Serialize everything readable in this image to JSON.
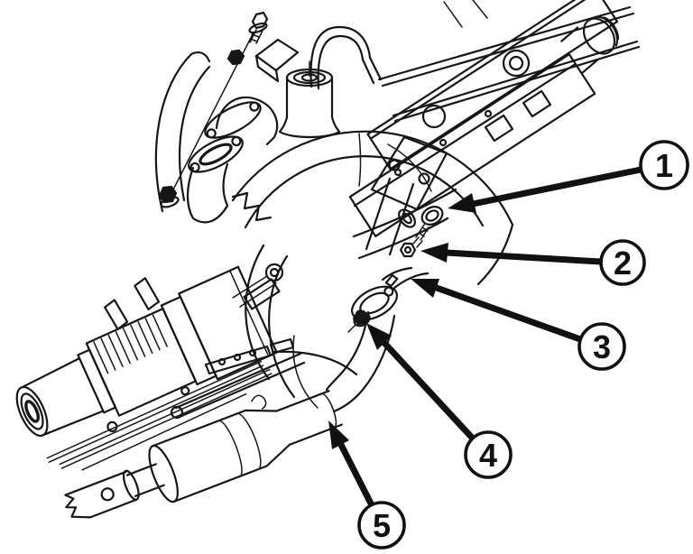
{
  "figure": {
    "kind": "engine-transmission-exhaust line-art diagram",
    "background_color": "#ffffff",
    "line_color": "#161616",
    "callouts": [
      {
        "label": "1"
      },
      {
        "label": "2"
      },
      {
        "label": "3"
      },
      {
        "label": "4"
      },
      {
        "label": "5"
      }
    ]
  }
}
